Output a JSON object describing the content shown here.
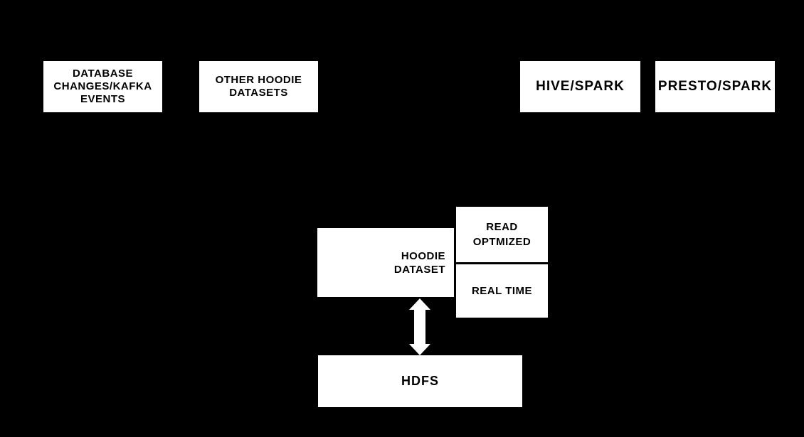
{
  "diagram": {
    "colors": {
      "background": "#000000",
      "node_fill": "#ffffff",
      "node_text": "#000000",
      "arrow": "#ffffff"
    },
    "nodes": {
      "database_changes": {
        "label": "DATABASE\nCHANGES/KAFKA\nEVENTS"
      },
      "other_hoodie_datasets": {
        "label": "OTHER HOODIE\nDATASETS"
      },
      "hive_spark": {
        "label": "HIVE/SPARK"
      },
      "presto_spark": {
        "label": "PRESTO/SPARK"
      },
      "hoodie_dataset": {
        "label": "HOODIE\nDATASET"
      },
      "read_optmized": {
        "label": "READ\nOPTMIZED"
      },
      "real_time": {
        "label": "REAL TIME"
      },
      "hdfs": {
        "label": "HDFS"
      }
    },
    "connectors": [
      {
        "name": "hoodie-dataset-hdfs-link",
        "type": "double-arrow",
        "from": "hoodie_dataset",
        "to": "hdfs",
        "direction": "bidirectional"
      }
    ]
  }
}
